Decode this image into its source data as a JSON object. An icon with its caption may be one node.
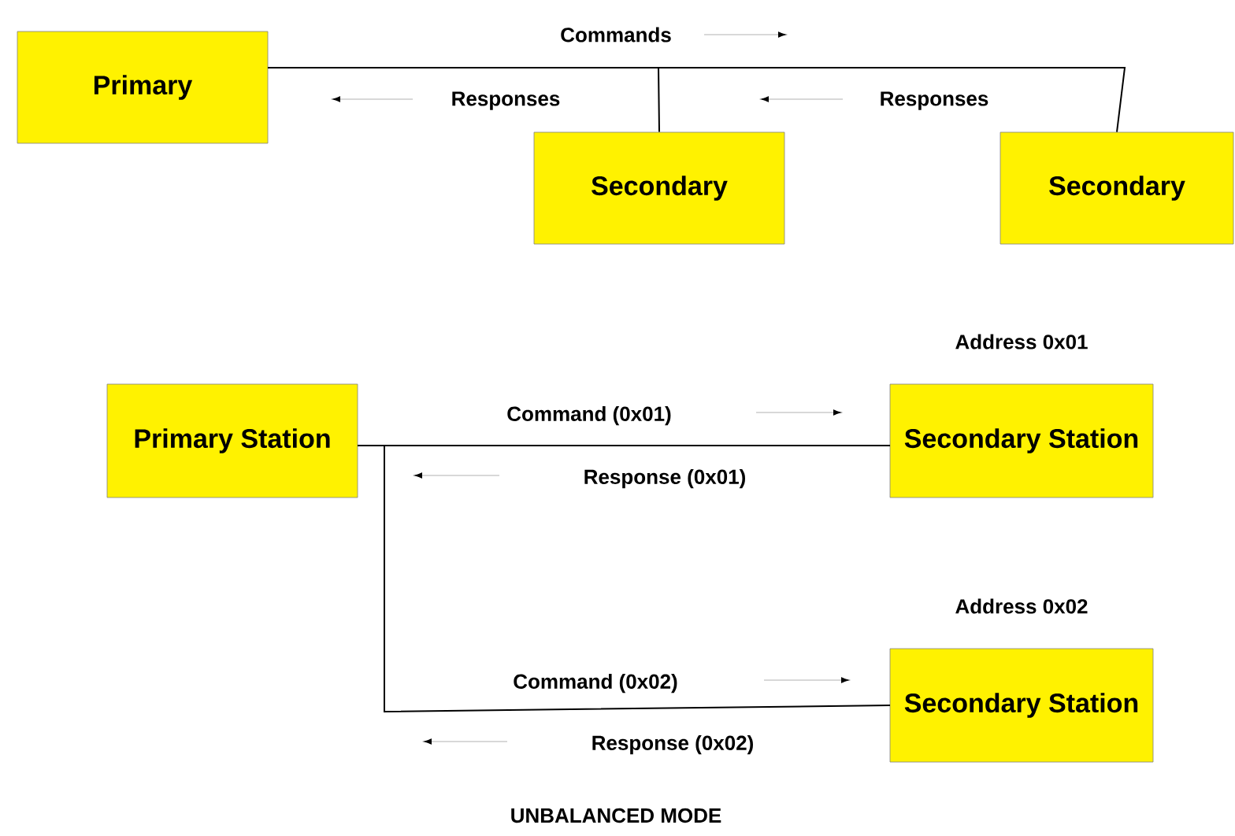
{
  "diagram": {
    "caption": "UNBALANCED MODE",
    "nodes": [
      {
        "text": [
          "Primary"
        ]
      },
      {
        "text": [
          "Secondary"
        ]
      },
      {
        "text": [
          "Secondary"
        ]
      },
      {
        "text": [
          "Primary Station"
        ]
      },
      {
        "text": [
          "Secondary Station"
        ],
        "beside": [
          "Address 0x01"
        ]
      },
      {
        "text": [
          "Secondary Station"
        ],
        "beside": [
          "Address 0x02"
        ]
      }
    ],
    "edges": [
      {
        "from": 0,
        "to": 1,
        "arrow": "none"
      },
      {
        "from": 0,
        "to": 2,
        "arrow": "none"
      },
      {
        "from": 3,
        "to": 4,
        "arrow": "none"
      },
      {
        "from": 3,
        "to": 5,
        "arrow": "none"
      }
    ],
    "labels": [
      "Commands",
      "Responses",
      "Responses",
      "Command (0x01)",
      "Response (0x01)",
      "Command (0x02)",
      "Response (0x02)"
    ]
  }
}
